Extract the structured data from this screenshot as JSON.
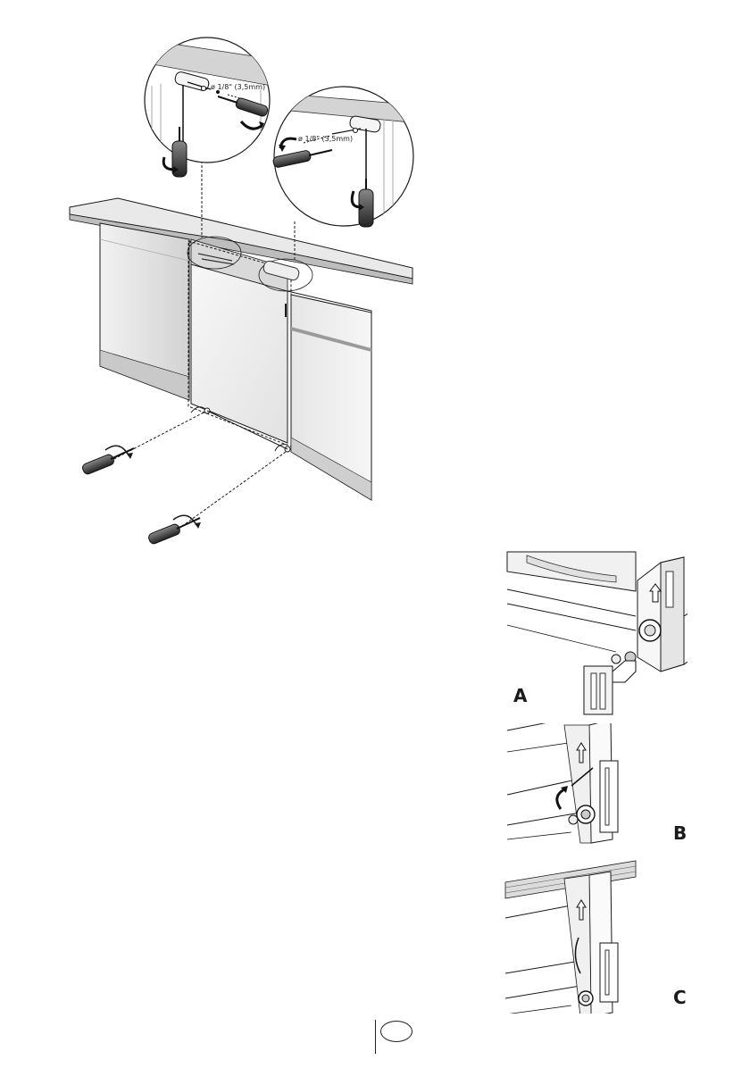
{
  "illustration": {
    "detail_left": {
      "diameter_label": "ø 1/8\" (3,5mm)"
    },
    "detail_right": {
      "diameter_label": "ø 1/8\" (3,5mm)"
    },
    "panels": [
      {
        "letter": "A"
      },
      {
        "letter": "B"
      },
      {
        "letter": "C"
      }
    ]
  },
  "colors": {
    "line": "#1a1a1a",
    "shade": "#d8d8d8",
    "light_shade": "#ececec",
    "accent_dark": "#333333"
  }
}
